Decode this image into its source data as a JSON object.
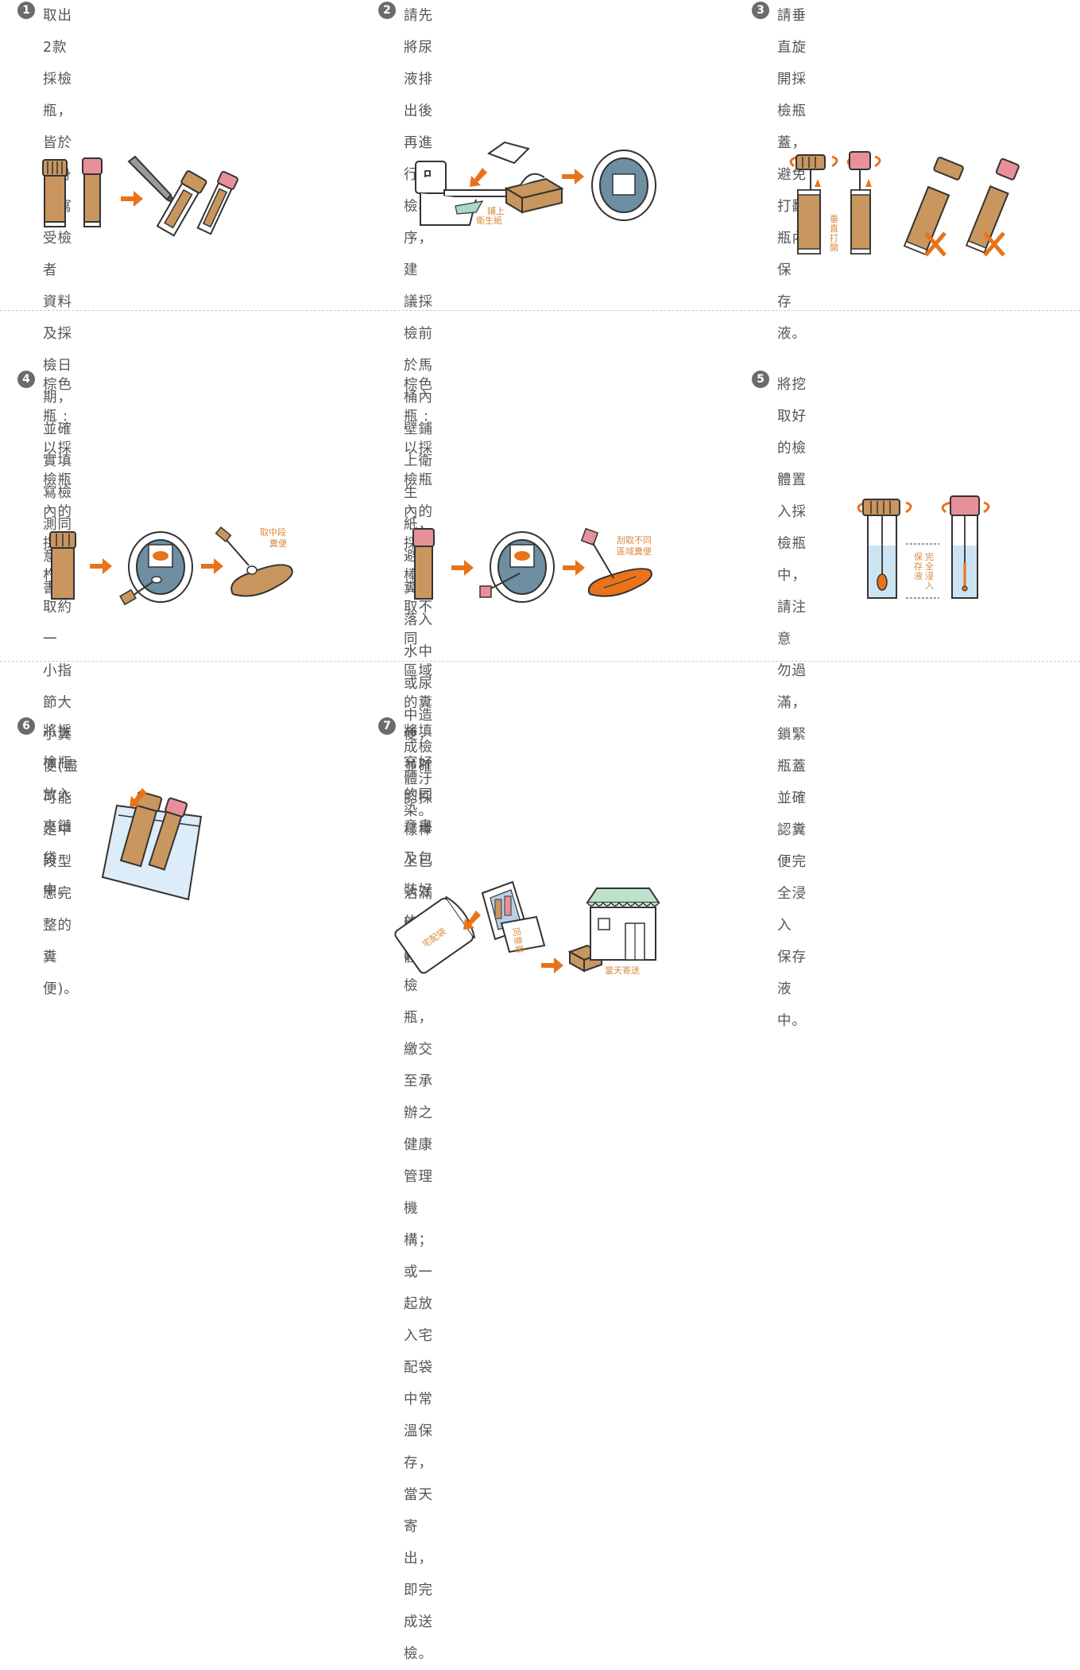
{
  "colors": {
    "accent_orange": "#e8731a",
    "bottle_brown": "#c8965e",
    "cap_pink": "#e8909a",
    "outline": "#333333",
    "divider": "#e3c4aa",
    "number_badge": "#6b6b6b"
  },
  "steps": [
    {
      "number": "1",
      "lines": [
        "取出 2款採檢瓶，皆於瓶身填寫受檢者",
        "資料及採檢日期，並確實填寫檢測同意",
        "書。"
      ]
    },
    {
      "number": "2",
      "lines": [
        "請先將尿液排出後再進行採檢程序，建",
        "議採檢前於馬桶內壁鋪上衛生紙，避免",
        "糞便落入水中或尿中造成檢體汙染。"
      ]
    },
    {
      "number": "3",
      "lines": [
        "請垂直旋開採檢瓶蓋，避免打翻瓶內保",
        "存液。"
      ]
    },
    {
      "number": "4",
      "lines": [
        "棕色瓶 : 以採檢瓶內的採樣杓挖取約一",
        "小指節大小糞便(盡可能是中段型態完",
        "整的糞便)。"
      ]
    },
    {
      "number": "",
      "lines": [
        "棕色瓶 : 以採檢瓶內的採樣棒刮取不同",
        "區域的糞便，並確認採樣棒上已沾滿檢",
        "體。"
      ]
    },
    {
      "number": "5",
      "lines": [
        "將挖取好的檢體置入採檢瓶中，請注意",
        "勿過滿，鎖緊瓶蓋並確認糞便完全浸入",
        "保存液中。"
      ]
    },
    {
      "number": "6",
      "lines": [
        "將採檢瓶放入夾鏈袋中。"
      ]
    },
    {
      "number": "7",
      "lines": [
        "將填寫好的同意書及包裝好的2款採檢",
        "瓶，繳交至承辦之健康管理機構；或一",
        "起放入宅配袋中常溫保存，當天寄出，",
        "即完成送檢。"
      ]
    }
  ],
  "labels": {
    "tissue_1": "鋪上",
    "tissue_2": "衛生紙",
    "vertical_open": [
      "垂",
      "直",
      "打",
      "開"
    ],
    "middle_1": "取中段",
    "middle_2": "糞便",
    "scrape_1": "刮取不同",
    "scrape_2": "區域糞便",
    "immerse_a": [
      "保",
      "存",
      "液"
    ],
    "immerse_b": [
      "完",
      "全",
      "浸",
      "入"
    ],
    "consent": "同意書",
    "bag": "宅配袋",
    "same_day": "當天寄送"
  }
}
